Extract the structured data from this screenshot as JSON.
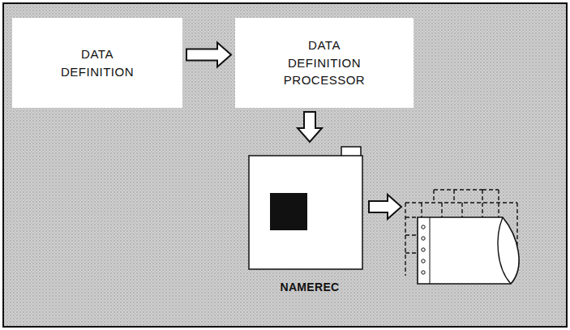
{
  "diagram": {
    "nodes": [
      {
        "text": [
          "DATA DEFINITION"
        ]
      },
      {
        "text": [
          "DATA DEFINITION PROCESSOR"
        ]
      },
      {
        "text": [
          "NAMEREC"
        ]
      }
    ],
    "edges": [
      {
        "from": 0,
        "to": 1,
        "arrow": "to"
      },
      {
        "from": 1,
        "to": 2,
        "arrow": "to"
      }
    ]
  }
}
